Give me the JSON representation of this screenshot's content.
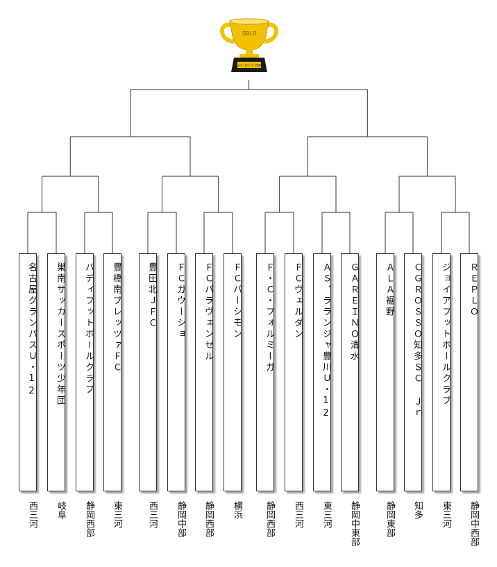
{
  "trophy": {
    "cup_text": "SBLB",
    "plate_text": "ﾁｬﾝﾋﾟｵﾝｼｯﾌﾟ2008",
    "gold": "#f2c200",
    "dark": "#1a1a1a"
  },
  "teams": [
    {
      "name": "名古屋グランパスＵ・12",
      "region": "西三河"
    },
    {
      "name": "巣南サッカースポーツ少年団",
      "region": "岐阜"
    },
    {
      "name": "バディフットボールクラブ",
      "region": "静岡西部"
    },
    {
      "name": "豊橋南ブレッツァＦＣ",
      "region": "東三河"
    },
    {
      "name": "豊田北ＪＦＣ",
      "region": "西三河"
    },
    {
      "name": "ＦＣガウーショ",
      "region": "静岡中部"
    },
    {
      "name": "ＦＣパラヴェンセル",
      "region": "静岡西部"
    },
    {
      "name": "ＦＣパーシモン",
      "region": "横浜"
    },
    {
      "name": "Ｆ・Ｃ・フォルミーガ",
      "region": "静岡西部"
    },
    {
      "name": "ＦＣヴェルダン",
      "region": "西三河"
    },
    {
      "name": "ＡＳ．ラランジャ豊川Ｕ・12",
      "region": "東三河"
    },
    {
      "name": "ＧＡＲＥＩＮＯ清水",
      "region": "静岡中東部"
    },
    {
      "name": "ＡＬＡ裾野",
      "region": "静岡東部"
    },
    {
      "name": "ＣＧＲＯＳＳＯ知多ＳＣ Ｊｒ",
      "region": "知多"
    },
    {
      "name": "ジョイアフットボールクラブ",
      "region": "東三河"
    },
    {
      "name": "ＲＥＰＬＯ",
      "region": "静岡中西部"
    }
  ]
}
